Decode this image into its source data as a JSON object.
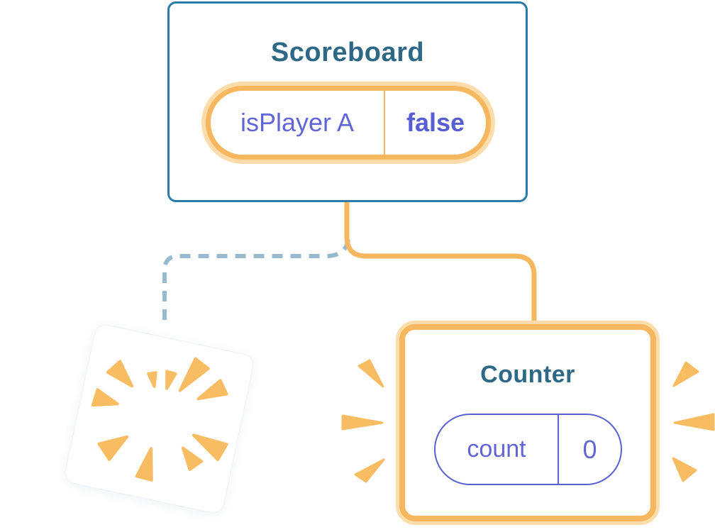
{
  "diagram": {
    "background": "#ffffff",
    "colors": {
      "card_border_blue": "#2b7aa9",
      "title_teal": "#2d6886",
      "state_purple": "#6165d7",
      "state_purple_bold": "#575dd3",
      "counter_pill_border": "#5b61d3",
      "orange": "#f6b75f",
      "orange_light": "#fbdcaa",
      "burst_orange": "#f8bc63",
      "dashed_connector_blue": "#97bacf"
    },
    "scoreboard": {
      "title": "Scoreboard",
      "state": {
        "name": "isPlayer A",
        "value": "false"
      }
    },
    "counter": {
      "title": "Counter",
      "state": {
        "name": "count",
        "value": "0"
      }
    },
    "icons": {
      "sparkles": "sparkle-icon",
      "poof": "poof-burst-icon",
      "pop": "pop-burst-icon",
      "solid_connector": "orange-connector-line",
      "dashed_connector": "dashed-connector-line"
    }
  }
}
